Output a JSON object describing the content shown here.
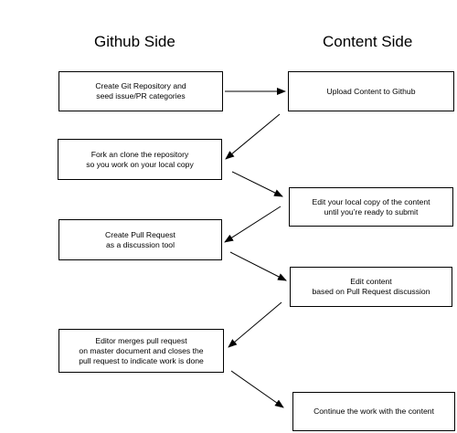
{
  "headers": {
    "left": "Github Side",
    "right": "Content Side"
  },
  "boxes": {
    "b1": "Create Git Repository and\nseed issue/PR categories",
    "b2": "Upload Content to Github",
    "b3": "Fork an clone the repository\nso you work on your local copy",
    "b4": "Edit your local copy of the content\nuntil you’re ready to submit",
    "b5": "Create Pull Request\nas a discussion tool",
    "b6": "Edit content\nbased on Pull Request discussion",
    "b7": "Editor merges pull request\non master document and closes the\npull request to indicate work is done",
    "b8": "Continue the work with the content"
  },
  "colors": {
    "stroke": "#000000",
    "background": "#ffffff"
  }
}
